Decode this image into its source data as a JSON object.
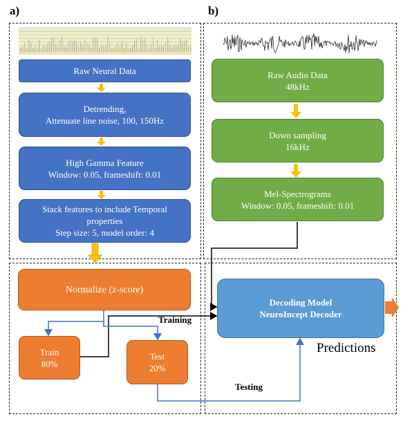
{
  "panel_labels": {
    "a": "a)",
    "b": "b)"
  },
  "neural": {
    "raw": "Raw Neural Data",
    "detrend": [
      "Detrending,",
      "Attenuate line noise, 100, 150Hz"
    ],
    "gamma": [
      "High Gamma Feature",
      "Window: 0.05, frameshift: 0.01"
    ],
    "stack": [
      "Stack features to include  Temporal",
      "properties",
      "Step size: 5, model order: 4"
    ]
  },
  "audio": {
    "raw": [
      "Raw Audio Data",
      "48kHz"
    ],
    "down": [
      "Down sampling",
      "16kHz"
    ],
    "mel": [
      "Mel-Spectrograms",
      "Window: 0.05, frameshift: 0.01"
    ]
  },
  "normalize": "Normalize (z-score)",
  "train": [
    "Train",
    "80%"
  ],
  "test": [
    "Test",
    "20%"
  ],
  "model": [
    "Decoding Model",
    "NeuroIncept Decoder"
  ],
  "labels": {
    "training": "Training",
    "testing": "Testing",
    "predictions": "Predictions"
  },
  "colors": {
    "blue": "#4472c4",
    "green": "#70ad47",
    "orange": "#ed7d31",
    "model": "#5b9bd5",
    "yellow_arrow": "#ffc000",
    "flow_blue": "#4472c4"
  }
}
